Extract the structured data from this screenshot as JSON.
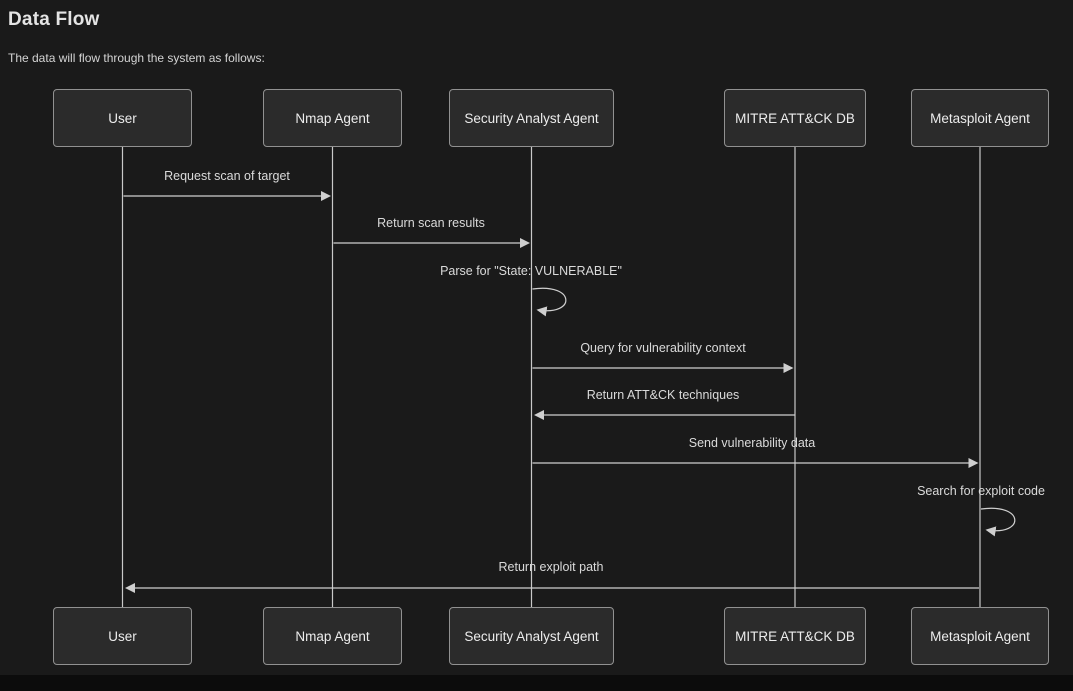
{
  "page": {
    "title": "Data Flow",
    "subtitle": "The data will flow through the system as follows:"
  },
  "diagram": {
    "type": "sequence-diagram",
    "actors": [
      {
        "id": "user",
        "label": "User"
      },
      {
        "id": "nmap",
        "label": "Nmap Agent"
      },
      {
        "id": "analyst",
        "label": "Security Analyst Agent"
      },
      {
        "id": "mitre",
        "label": "MITRE ATT&CK DB"
      },
      {
        "id": "metasploit",
        "label": "Metasploit Agent"
      }
    ],
    "messages": [
      {
        "from": "User",
        "to": "Nmap Agent",
        "kind": "arrow",
        "label": "Request scan of target"
      },
      {
        "from": "Nmap Agent",
        "to": "Security Analyst Agent",
        "kind": "arrow",
        "label": "Return scan results"
      },
      {
        "from": "Security Analyst Agent",
        "to": "Security Analyst Agent",
        "kind": "self-loop",
        "label": "Parse for \"State: VULNERABLE\""
      },
      {
        "from": "Security Analyst Agent",
        "to": "MITRE ATT&CK DB",
        "kind": "arrow",
        "label": "Query for vulnerability context"
      },
      {
        "from": "MITRE ATT&CK DB",
        "to": "Security Analyst Agent",
        "kind": "arrow",
        "label": "Return ATT&CK techniques"
      },
      {
        "from": "Security Analyst Agent",
        "to": "Metasploit Agent",
        "kind": "arrow",
        "label": "Send vulnerability data"
      },
      {
        "from": "Metasploit Agent",
        "to": "Metasploit Agent",
        "kind": "self-loop",
        "label": "Search for exploit code"
      },
      {
        "from": "Metasploit Agent",
        "to": "User",
        "kind": "arrow",
        "label": "Return exploit path"
      }
    ],
    "colors": {
      "background": "#1a1a1a",
      "footer_band": "#0c0c0c",
      "actor_fill": "#2b2b2b",
      "actor_border": "#919191",
      "line": "#cccccc",
      "text": "#e4e4e4"
    }
  }
}
